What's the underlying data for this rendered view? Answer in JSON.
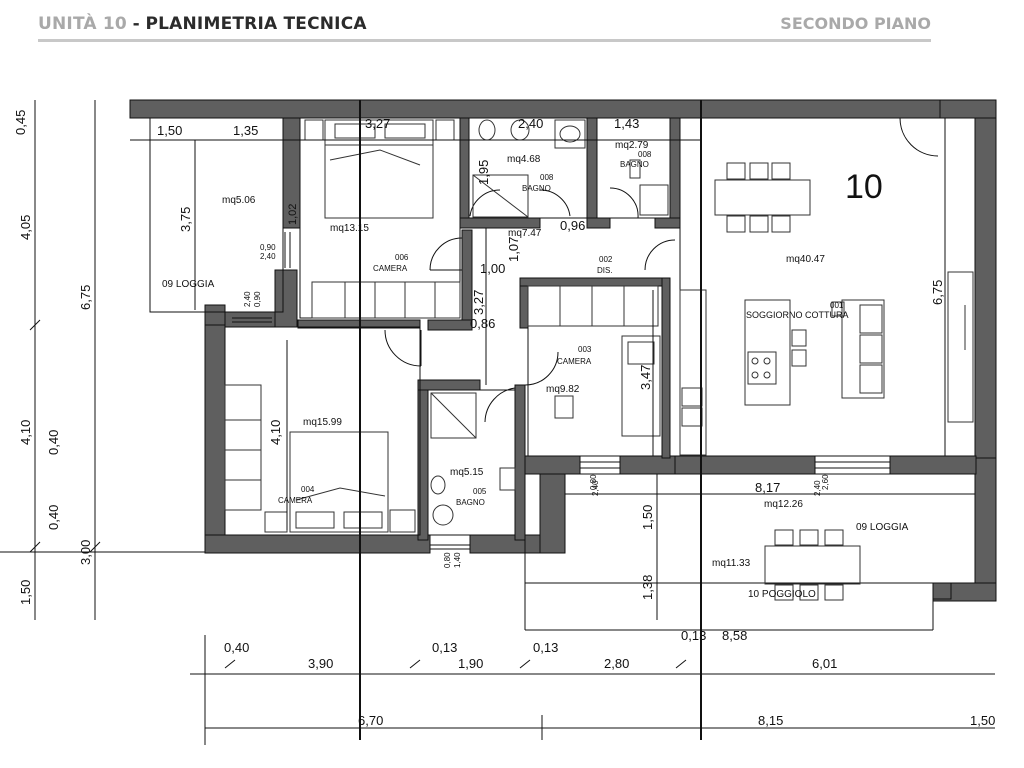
{
  "header": {
    "unit_label": "UNITÀ 10",
    "separator": "-",
    "title": "PLANIMETRIA TECNICA",
    "floor": "SECONDO PIANO"
  },
  "unit_number": "10",
  "rooms": {
    "loggia_left": {
      "name": "09 LOGGIA",
      "area": "mq5.06"
    },
    "camera_006": {
      "code": "006",
      "name": "CAMERA",
      "area": "mq13.15"
    },
    "bagno_008": {
      "code": "008",
      "name": "BAGNO",
      "area": "mq4.68"
    },
    "bagno_008_small": {
      "code": "008",
      "name": "BAGNO",
      "area": "mq2.79"
    },
    "dis_002": {
      "code": "002",
      "name": "DIS.",
      "area": "mq7.47"
    },
    "soggiorno_001": {
      "code": "001",
      "name": "SOGGIORNO COTTURA",
      "area": "mq40.47"
    },
    "camera_003": {
      "code": "003",
      "name": "CAMERA",
      "area": "mq9.82"
    },
    "camera_004": {
      "code": "004",
      "name": "CAMERA",
      "area": "mq15.99"
    },
    "bagno_005": {
      "code": "005",
      "name": "BAGNO",
      "area": "mq5.15"
    },
    "loggia_right": {
      "name": "09 LOGGIA",
      "area": "mq12.26"
    },
    "poggiolo": {
      "name": "10 POGGIOLO",
      "area": "mq11.33"
    }
  },
  "dimensions": {
    "top": [
      "1,50",
      "1,35",
      "3,27",
      "2,40",
      "1,43"
    ],
    "left_outer": [
      "0,45",
      "4,05",
      "6,75",
      "4,10",
      "0,40",
      "0,40",
      "3,00",
      "1,50"
    ],
    "inner": [
      "3,75",
      "1,02",
      "0,90",
      "2,40",
      "2,40",
      "0,90",
      "1,95",
      "0,96",
      "1,07",
      "1,00",
      "3,27",
      "0,86",
      "3,47",
      "4,10",
      "0,80",
      "1,40",
      "0,80",
      "2,40",
      "2,60",
      "2,40",
      "8,17",
      "1,50",
      "1,38",
      "6,75"
    ],
    "bottom_row1": [
      "0,40",
      "3,90",
      "0,13",
      "1,90",
      "0,13",
      "2,80",
      "0,13",
      "8,58",
      "6,01"
    ],
    "bottom_row2": [
      "6,70",
      "8,15",
      "1,50"
    ]
  }
}
